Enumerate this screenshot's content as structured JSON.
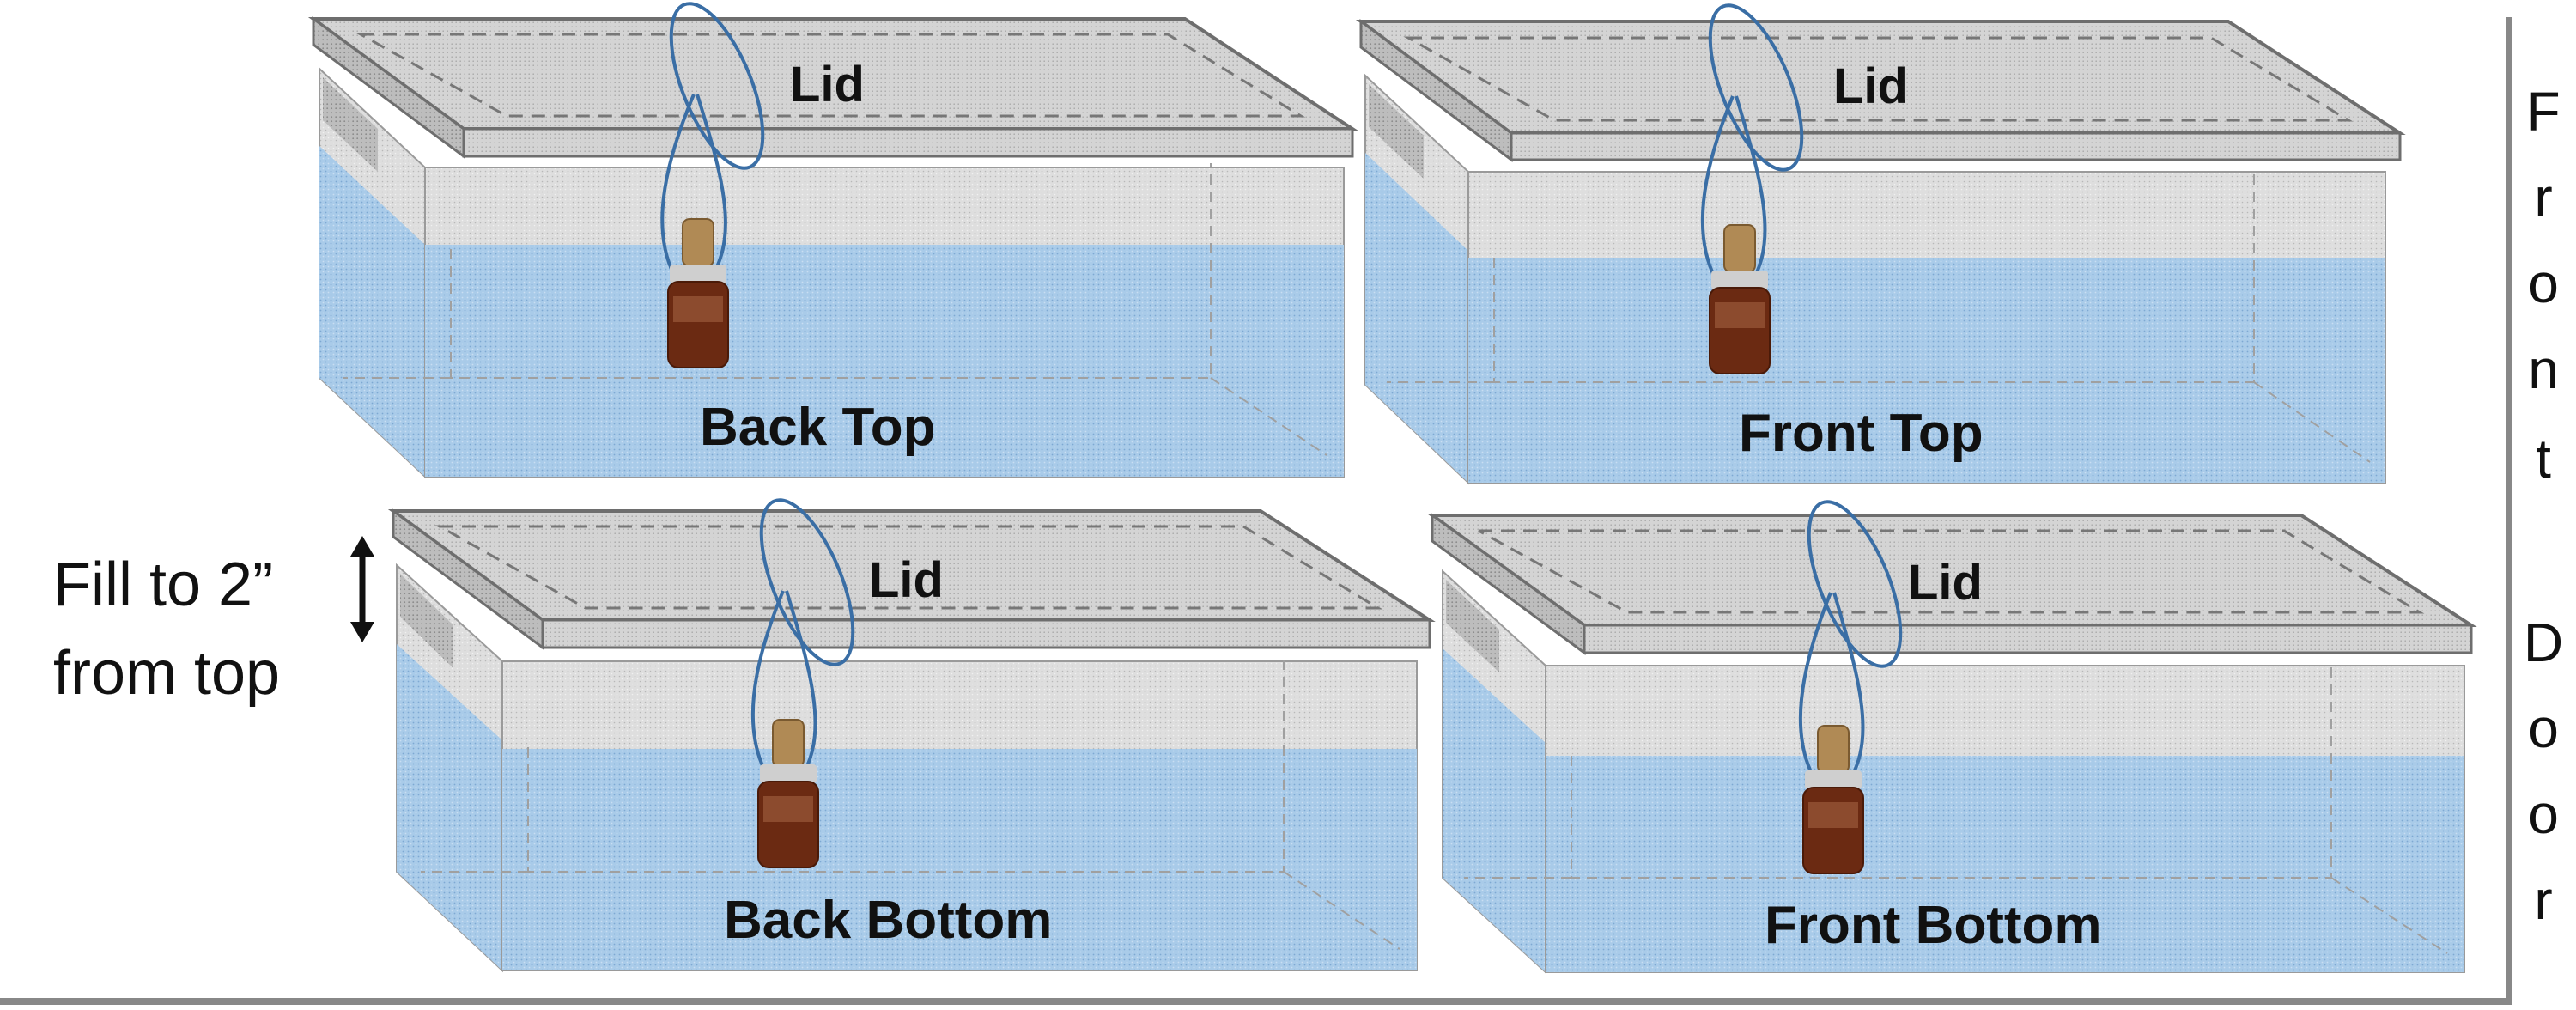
{
  "diagram": {
    "tanks": [
      {
        "id": "back-top",
        "label": "Back Top",
        "lid_label": "Lid"
      },
      {
        "id": "front-top",
        "label": "Front Top",
        "lid_label": "Lid"
      },
      {
        "id": "back-bottom",
        "label": "Back Bottom",
        "lid_label": "Lid"
      },
      {
        "id": "front-bottom",
        "label": "Front Bottom",
        "lid_label": "Lid"
      }
    ],
    "fill_note": {
      "line1": "Fill to 2”",
      "line2": "from top"
    },
    "side_label": [
      "F",
      "r",
      "o",
      "n",
      "t",
      "",
      "D",
      "o",
      "o",
      "r"
    ],
    "colors": {
      "water": "#a9cbe9",
      "tank_gray": "#dcdcdc",
      "lid_gray": "#d2d2d2",
      "edge": "#7a7a7a",
      "string": "#3a6ea5",
      "bottle_amber": "#6b2a12",
      "bottle_cap": "#b08a55"
    }
  }
}
